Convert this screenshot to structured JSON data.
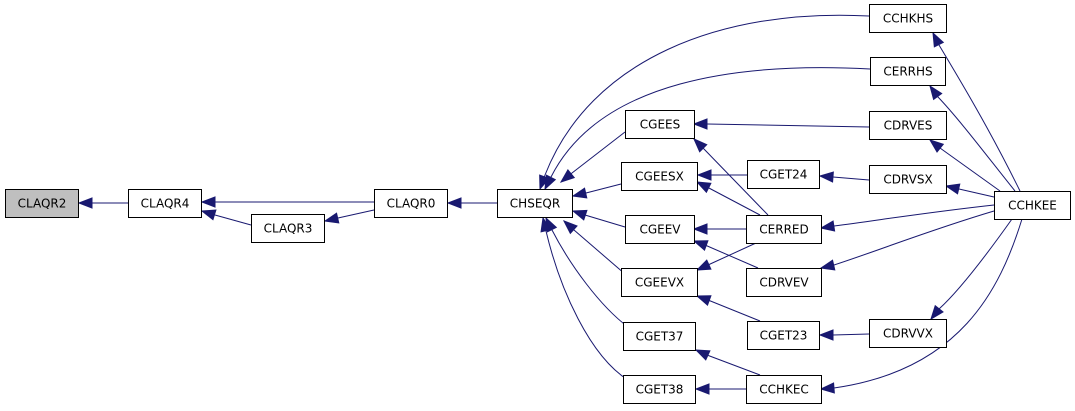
{
  "colors": {
    "edge": "#191970",
    "node_fill": "#ffffff",
    "root_fill": "#bfbfbf",
    "border": "#000000"
  },
  "nodes": {
    "claqr2": "CLAQR2",
    "claqr4": "CLAQR4",
    "claqr3": "CLAQR3",
    "claqr0": "CLAQR0",
    "chseqr": "CHSEQR",
    "cgees": "CGEES",
    "cgeesx": "CGEESX",
    "cgeev": "CGEEV",
    "cgeevx": "CGEEVX",
    "cget37": "CGET37",
    "cget38": "CGET38",
    "cchkhs": "CCHKHS",
    "cerrhs": "CERRHS",
    "cdrves": "CDRVES",
    "cget24": "CGET24",
    "cdrvsx": "CDRVSX",
    "cerred": "CERRED",
    "cdrvev": "CDRVEV",
    "cget23": "CGET23",
    "cdrvvx": "CDRVVX",
    "cchkec": "CCHKEC",
    "cchkee": "CCHKEE"
  },
  "edges": [
    {
      "from": "claqr4",
      "to": "claqr2"
    },
    {
      "from": "claqr3",
      "to": "claqr4"
    },
    {
      "from": "claqr0",
      "to": "claqr4"
    },
    {
      "from": "claqr0",
      "to": "claqr3"
    },
    {
      "from": "chseqr",
      "to": "claqr0"
    },
    {
      "from": "cgees",
      "to": "chseqr"
    },
    {
      "from": "cgeesx",
      "to": "chseqr"
    },
    {
      "from": "cgeev",
      "to": "chseqr"
    },
    {
      "from": "cgeevx",
      "to": "chseqr"
    },
    {
      "from": "cget37",
      "to": "chseqr"
    },
    {
      "from": "cget38",
      "to": "chseqr"
    },
    {
      "from": "cchkhs",
      "to": "chseqr"
    },
    {
      "from": "cerrhs",
      "to": "chseqr"
    },
    {
      "from": "cdrves",
      "to": "cgees"
    },
    {
      "from": "cerred",
      "to": "cgees"
    },
    {
      "from": "cget24",
      "to": "cgeesx"
    },
    {
      "from": "cerred",
      "to": "cgeesx"
    },
    {
      "from": "cdrvsx",
      "to": "cget24"
    },
    {
      "from": "cerred",
      "to": "cgeev"
    },
    {
      "from": "cdrvev",
      "to": "cgeev"
    },
    {
      "from": "cerred",
      "to": "cgeevx"
    },
    {
      "from": "cget23",
      "to": "cgeevx"
    },
    {
      "from": "cdrvvx",
      "to": "cget23"
    },
    {
      "from": "cchkec",
      "to": "cget37"
    },
    {
      "from": "cchkec",
      "to": "cget38"
    },
    {
      "from": "cchkee",
      "to": "cchkhs"
    },
    {
      "from": "cchkee",
      "to": "cerrhs"
    },
    {
      "from": "cchkee",
      "to": "cdrves"
    },
    {
      "from": "cchkee",
      "to": "cdrvsx"
    },
    {
      "from": "cchkee",
      "to": "cerred"
    },
    {
      "from": "cchkee",
      "to": "cdrvev"
    },
    {
      "from": "cchkee",
      "to": "cdrvvx"
    },
    {
      "from": "cchkee",
      "to": "cchkec"
    }
  ]
}
